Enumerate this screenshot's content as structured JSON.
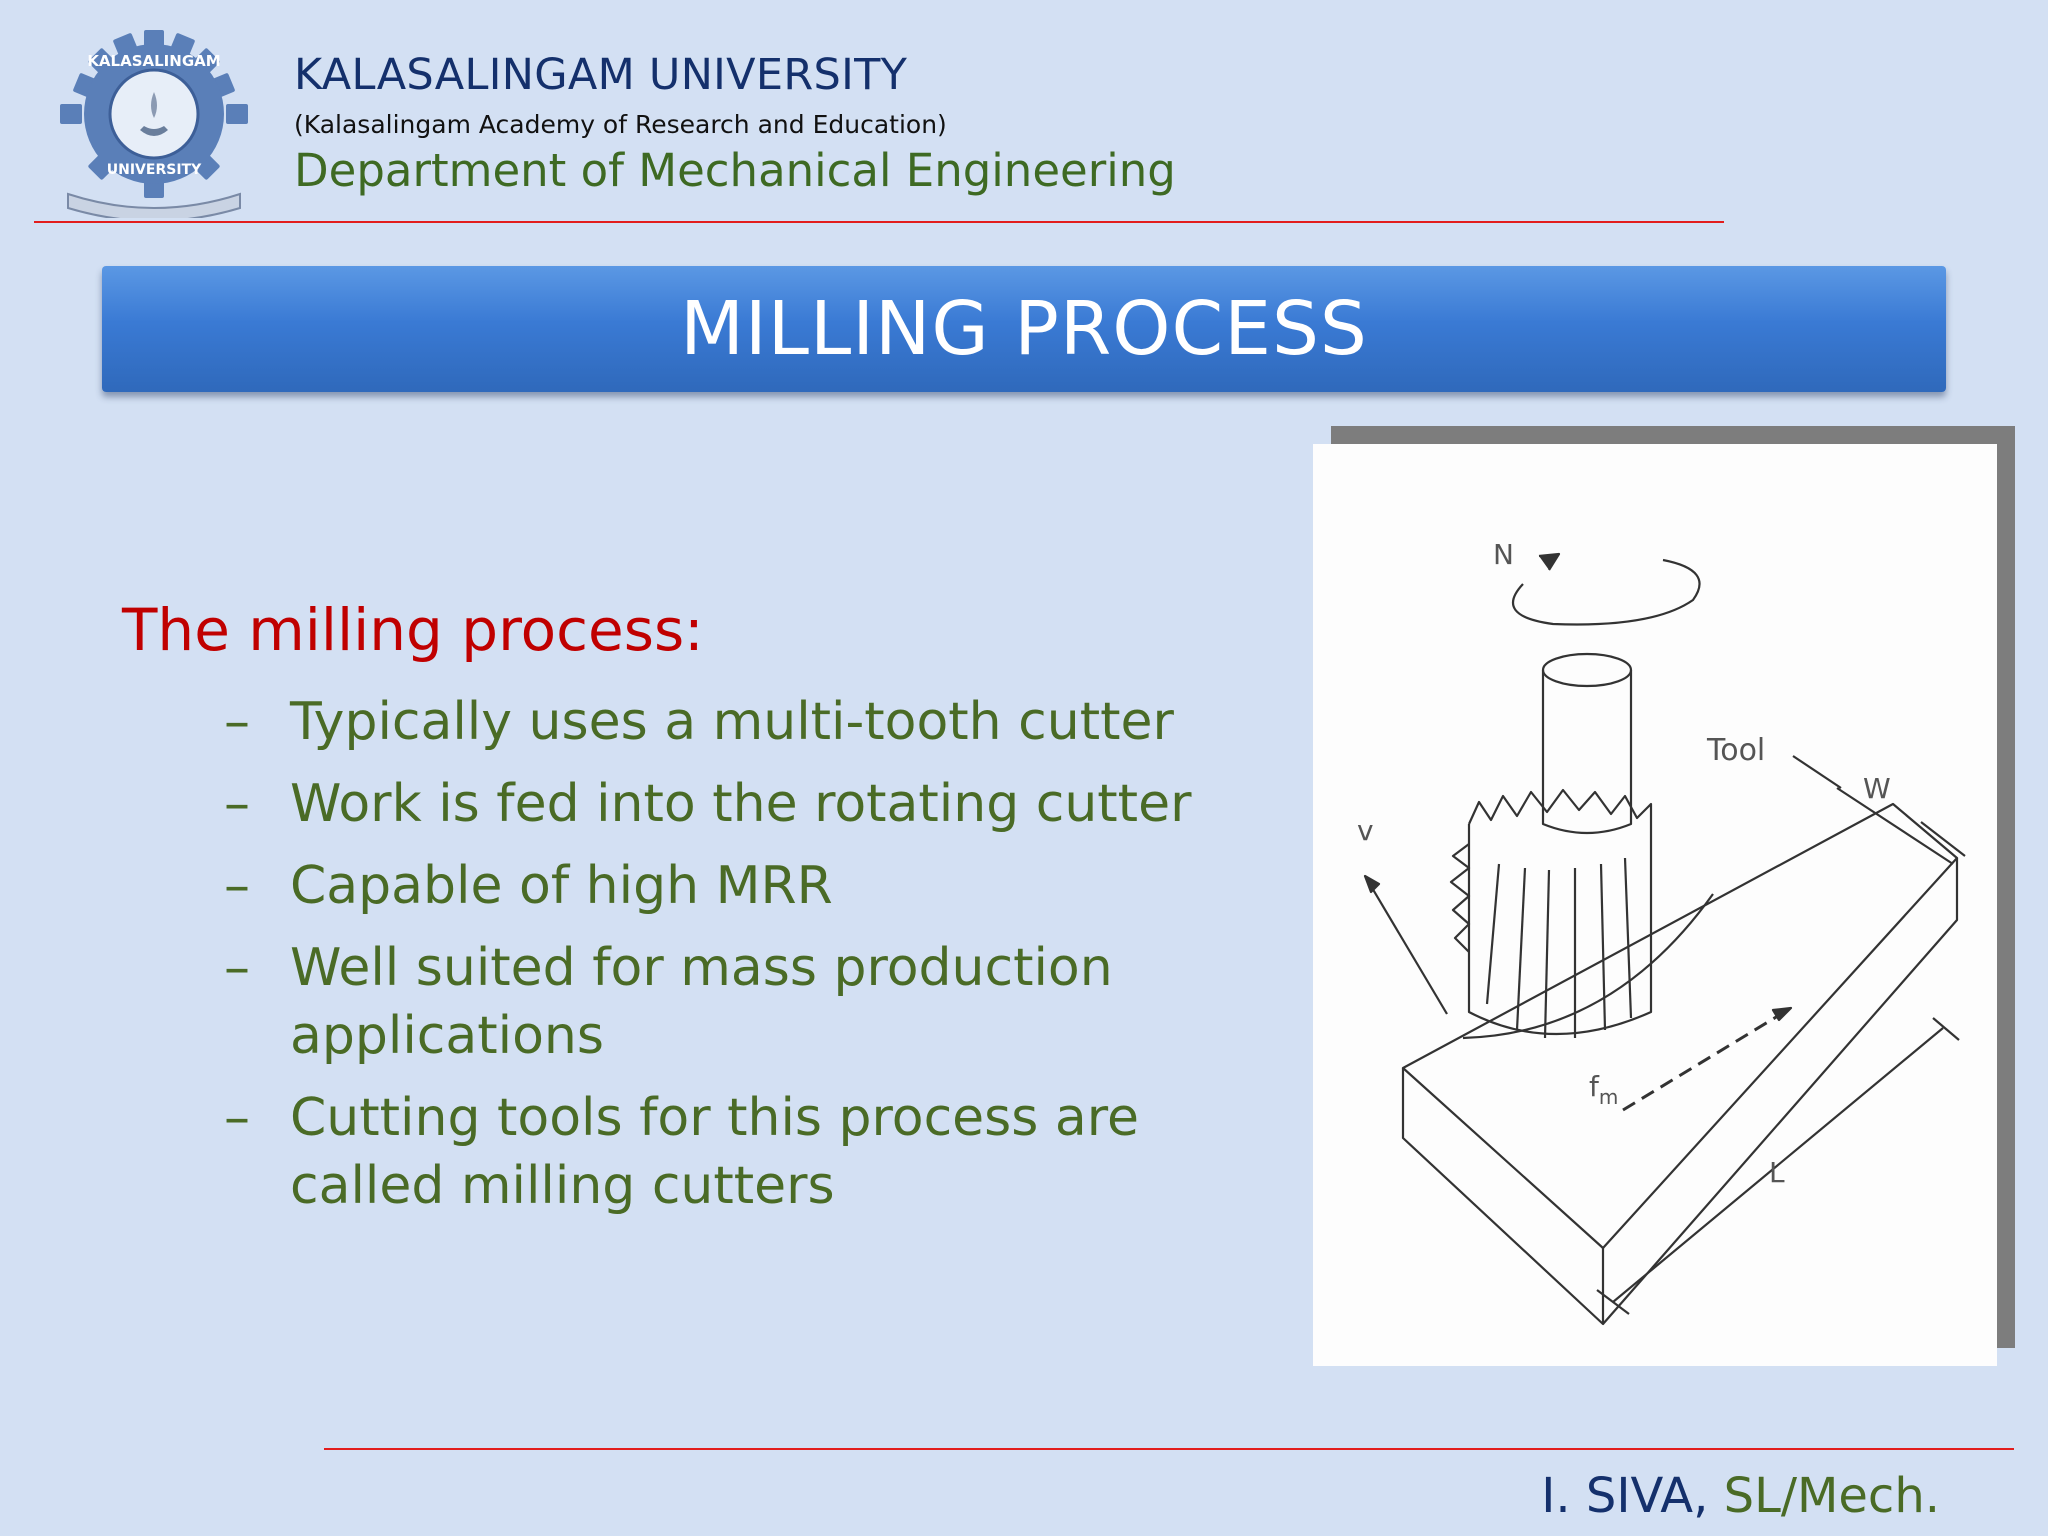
{
  "header": {
    "university": "KALASALINGAM UNIVERSITY",
    "subtitle": "(Kalasalingam Academy of Research and Education)",
    "department": "Department of Mechanical Engineering"
  },
  "title": "MILLING PROCESS",
  "content": {
    "heading": "The milling process:",
    "bullets": [
      "Typically uses a multi-tooth cutter",
      "Work is fed into the rotating cutter",
      "Capable of high MRR",
      "Well suited for mass production applications",
      "Cutting tools for this process are called milling cutters"
    ],
    "dash": "–"
  },
  "figure": {
    "labels": {
      "rotation": "N",
      "tool": "Tool",
      "width": "W",
      "velocity": "v",
      "feed": "f",
      "feed_sub": "m",
      "length": "L"
    }
  },
  "footer": {
    "name": "I. SIVA,",
    "role": " SL/Mech."
  },
  "colors": {
    "background": "#d3e0f3",
    "title_bar": "#3a7ad4",
    "heading_red": "#c00000",
    "body_green": "#4a6b26",
    "navy": "#14306c",
    "rule_red": "#e21d1d"
  }
}
